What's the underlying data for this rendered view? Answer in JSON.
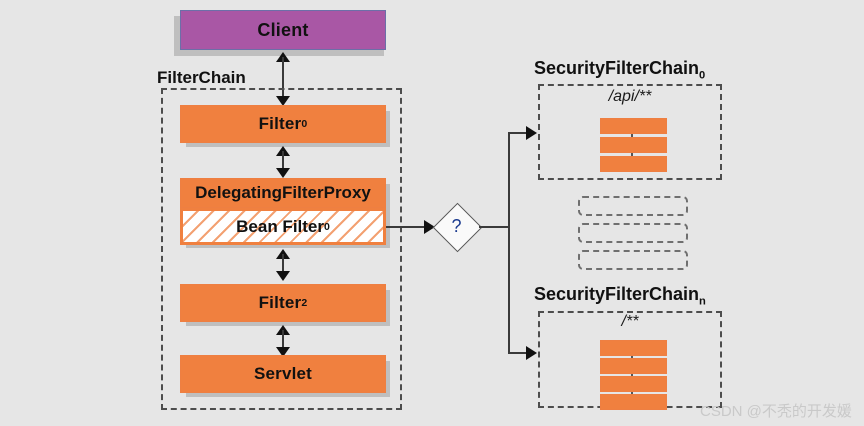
{
  "diagram": {
    "background_color": "#e6e6e6",
    "accent_orange": "#f0803f",
    "client_purple": "#a957a5",
    "client": {
      "label": "Client"
    },
    "filter_chain": {
      "title": "FilterChain",
      "nodes": [
        {
          "label": "Filter",
          "subscript": "0"
        },
        {
          "label": "DelegatingFilterProxy",
          "subscript": "",
          "inner_label": "Bean Filter",
          "inner_subscript": "0"
        },
        {
          "label": "Filter",
          "subscript": "2"
        },
        {
          "label": "Servlet",
          "subscript": ""
        }
      ]
    },
    "decision": {
      "label": "?"
    },
    "security_chains": [
      {
        "title": "SecurityFilterChain",
        "subscript": "0",
        "pattern": "/api/**",
        "filter_count": 3
      },
      {
        "title": "SecurityFilterChain",
        "subscript": "n",
        "pattern": "/**",
        "filter_count": 4
      }
    ],
    "placeholder_chains": [
      {
        "label": ""
      },
      {
        "label": ""
      },
      {
        "label": ""
      }
    ],
    "watermark": "CSDN @不秃的开发媛"
  }
}
